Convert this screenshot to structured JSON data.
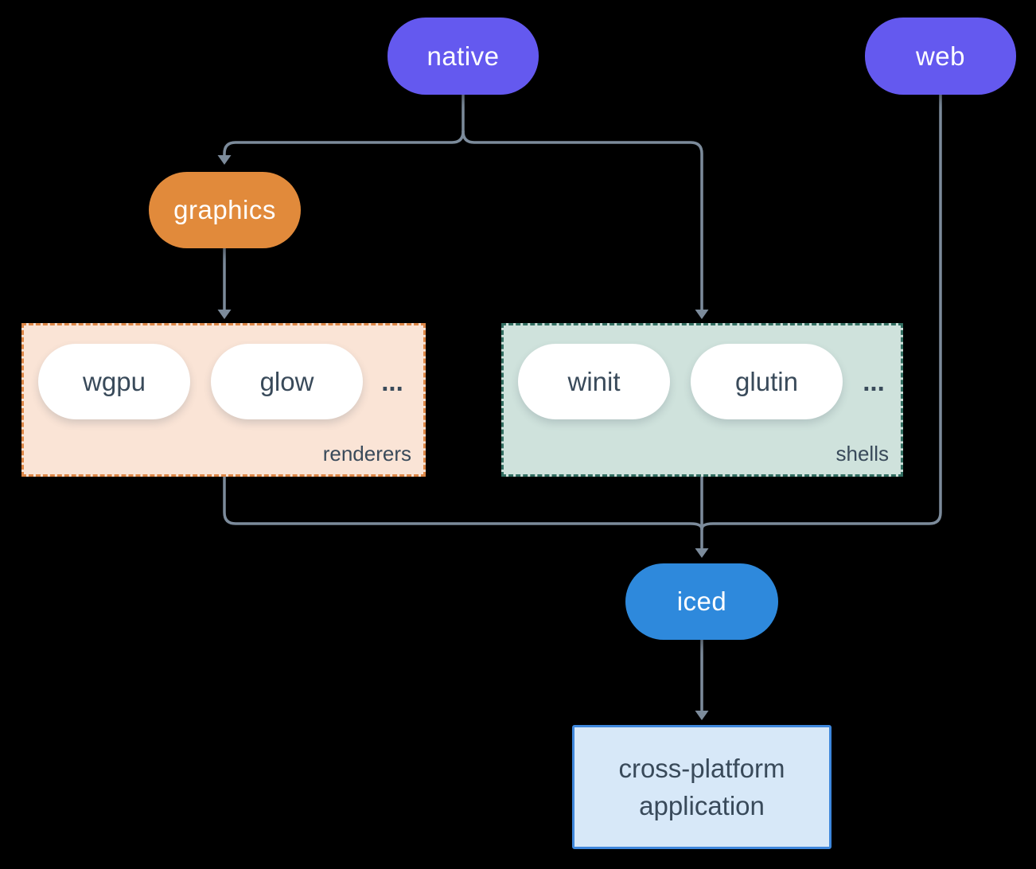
{
  "colors": {
    "background": "#000000",
    "connector": "#7C8B9B",
    "purple": "#6459EF",
    "orange": "#E18A3B",
    "blue": "#2E89DC",
    "pill_text_dark": "#394A5A",
    "renderers_bg": "#FAE4D6",
    "renderers_border": "#DD8747",
    "shells_bg": "#CFE2DC",
    "shells_border": "#336F62",
    "app_bg": "#D7E8F8",
    "app_border": "#3E87DC"
  },
  "nodes": {
    "native": {
      "label": "native"
    },
    "web": {
      "label": "web"
    },
    "graphics": {
      "label": "graphics"
    },
    "iced": {
      "label": "iced"
    },
    "application": {
      "line1": "cross-platform",
      "line2": "application"
    }
  },
  "groups": {
    "renderers": {
      "label": "renderers",
      "items": [
        "wgpu",
        "glow"
      ],
      "ellipsis": "..."
    },
    "shells": {
      "label": "shells",
      "items": [
        "winit",
        "glutin"
      ],
      "ellipsis": "..."
    }
  }
}
